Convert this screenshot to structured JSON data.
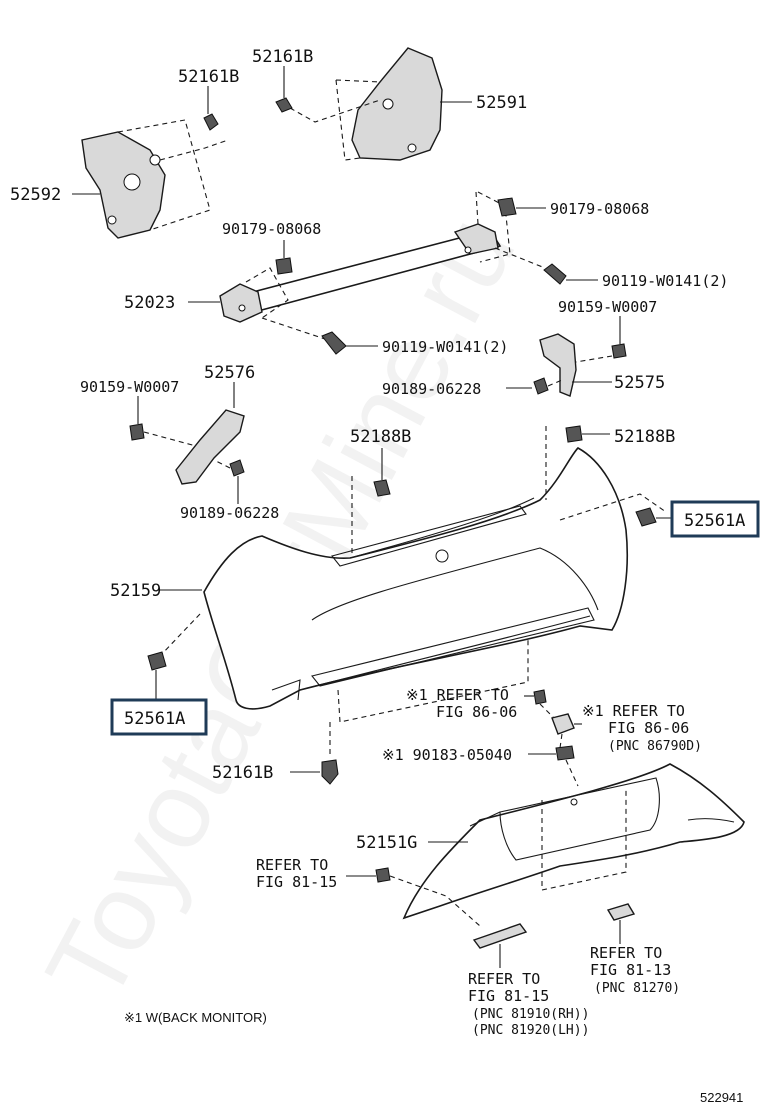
{
  "labels": {
    "p52161b_top": "52161B",
    "p52161b_left": "52161B",
    "p52591": "52591",
    "p52592": "52592",
    "p90179a": "90179-08068",
    "p90179b": "90179-08068",
    "p90119a": "90119-W0141(2)",
    "p52023": "52023",
    "p90159a": "90159-W0007",
    "p90119b": "90119-W0141(2)",
    "p52576": "52576",
    "p90159b": "90159-W0007",
    "p90189a": "90189-06228",
    "p52575": "52575",
    "p52188b_left": "52188B",
    "p52188b_right": "52188B",
    "p90189b": "90189-06228",
    "p52561a_right": "52561A",
    "p52159": "52159",
    "p52561a_left": "52561A",
    "ref86_a_1": "※1 REFER TO",
    "ref86_a_2": "FIG 86-06",
    "ref86_b_1": "※1 REFER TO",
    "ref86_b_2": "FIG 86-06",
    "ref86_b_3": "(PNC 86790D)",
    "p90183": "※1 90183-05040",
    "p52161b_bottom": "52161B",
    "p52151g": "52151G",
    "ref81_15a_1": "REFER TO",
    "ref81_15a_2": "FIG 81-15",
    "ref81_13_1": "REFER TO",
    "ref81_13_2": "FIG 81-13",
    "ref81_13_3": "(PNC 81270)",
    "ref81_15b_1": "REFER TO",
    "ref81_15b_2": "FIG 81-15",
    "ref81_15b_3": "(PNC 81910(RH))",
    "ref81_15b_4": "(PNC 81920(LH))",
    "footnote": "※1 W(BACK MONITOR)",
    "diagram_id": "522941",
    "watermark": "ToyotaCarMine.ru"
  },
  "colors": {
    "highlight_box": "#1f3b57",
    "line": "#1a1a1a"
  }
}
